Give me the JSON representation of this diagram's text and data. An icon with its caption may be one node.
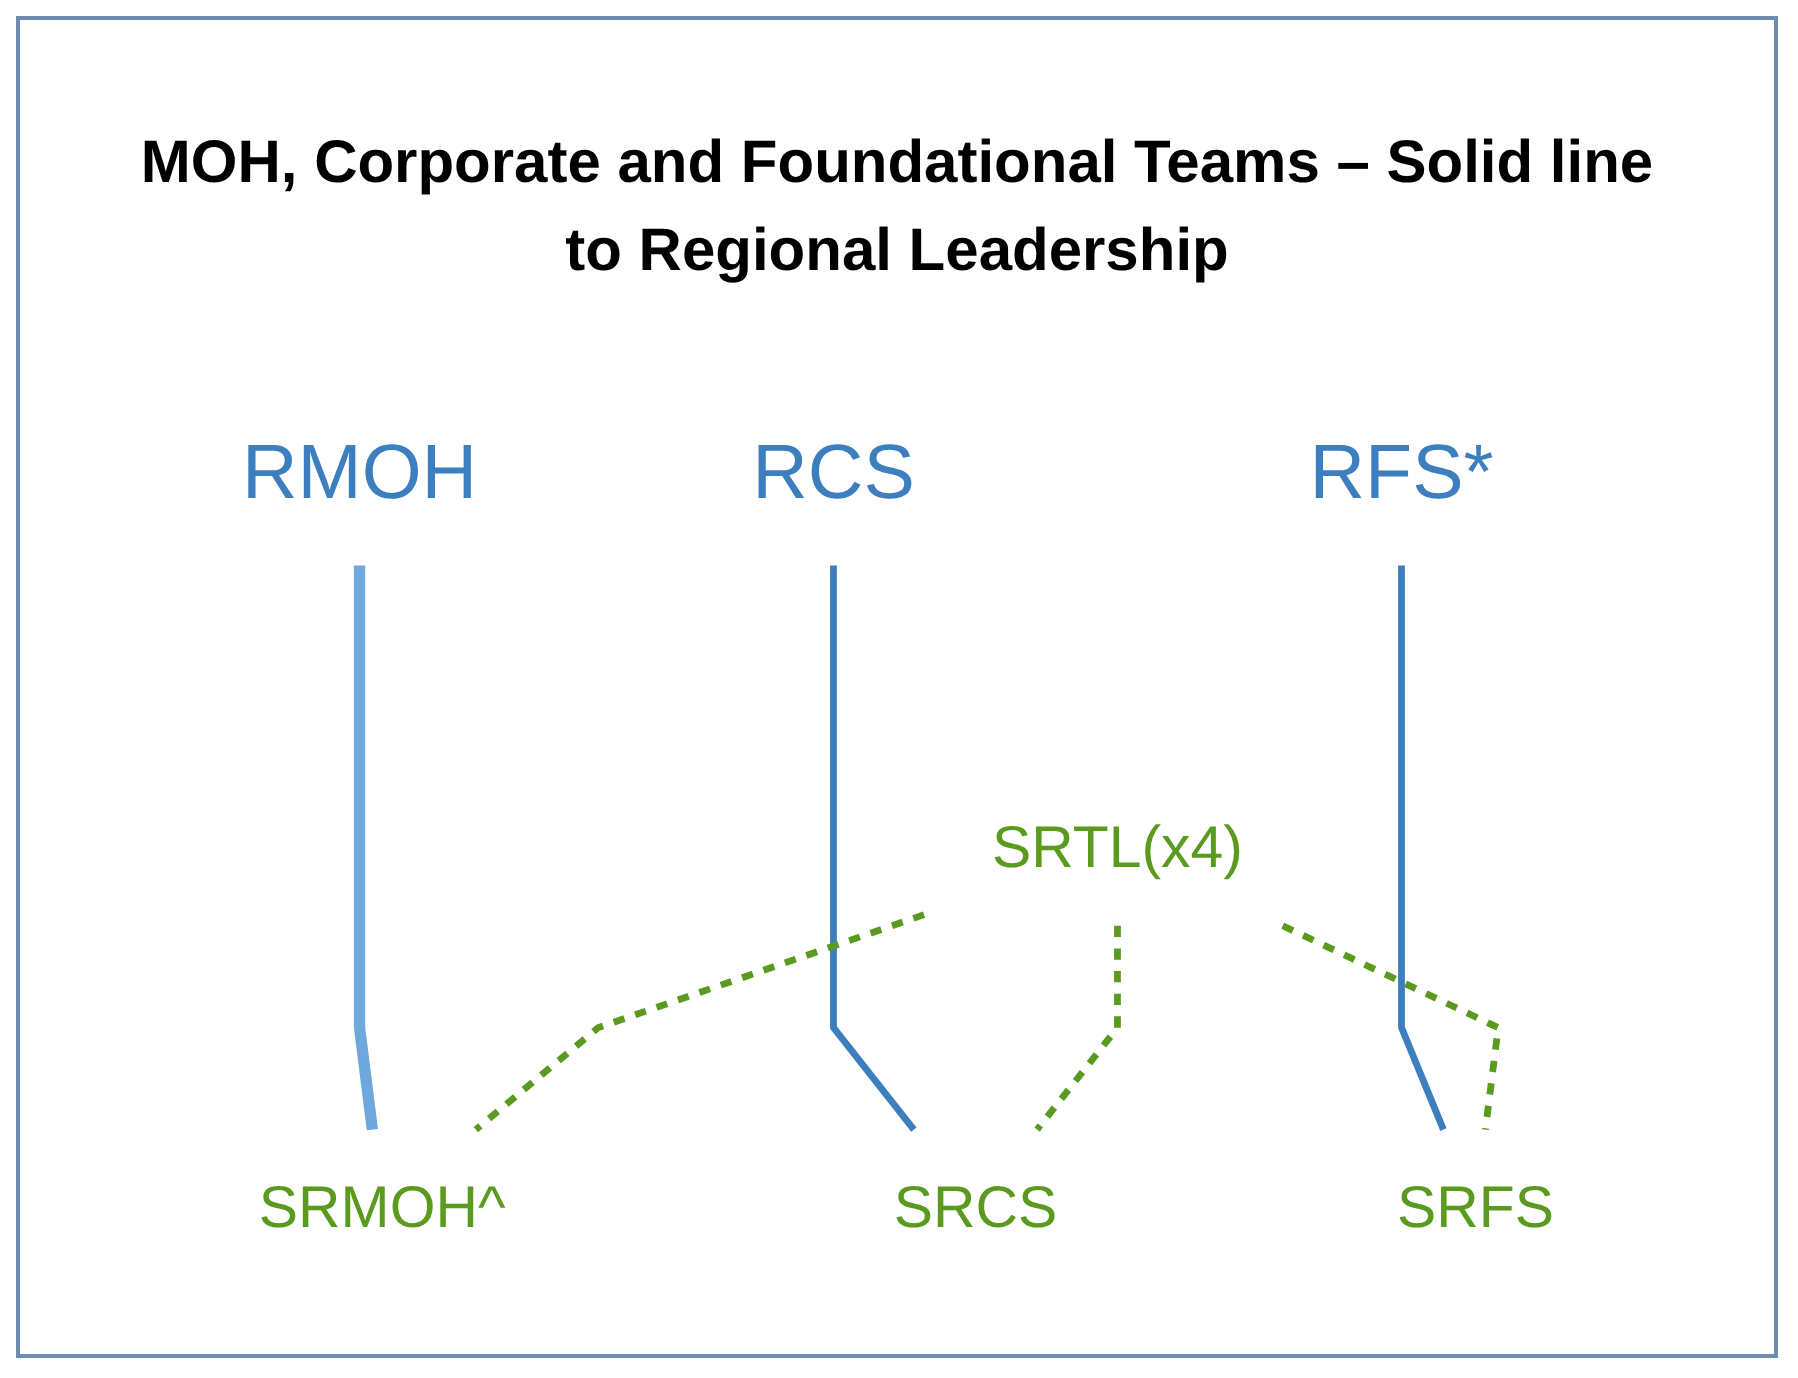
{
  "diagram": {
    "title": "MOH, Corporate and Foundational Teams – Solid line to Regional Leadership",
    "nodes": [
      {
        "text": [
          "RMOH"
        ]
      },
      {
        "text": [
          "RCS"
        ]
      },
      {
        "text": [
          "RFS*"
        ]
      },
      {
        "text": [
          "SRTL(x4)"
        ]
      },
      {
        "text": [
          "SRMOH^"
        ]
      },
      {
        "text": [
          "SRCS"
        ]
      },
      {
        "text": [
          "SRFS"
        ]
      }
    ],
    "edges": [
      {
        "from": 0,
        "to": 4,
        "arrow": "none",
        "color": "#6fa8dc"
      },
      {
        "from": 1,
        "to": 5,
        "arrow": "none",
        "color": "#3d7ebf"
      },
      {
        "from": 2,
        "to": 6,
        "arrow": "none",
        "color": "#3d7ebf"
      },
      {
        "from": 3,
        "to": 4,
        "arrow": "none",
        "style": "dashed",
        "color": "#5a9a1f"
      },
      {
        "from": 3,
        "to": 5,
        "arrow": "none",
        "style": "dashed",
        "color": "#5a9a1f"
      },
      {
        "from": 3,
        "to": 6,
        "arrow": "none",
        "style": "dashed",
        "color": "#5a9a1f"
      }
    ]
  }
}
